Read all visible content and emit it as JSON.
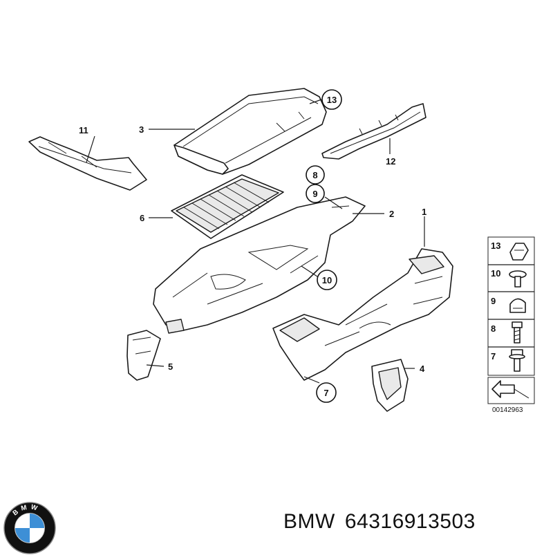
{
  "diagram": {
    "callouts": {
      "c1": "1",
      "c2": "2",
      "c3": "3",
      "c4": "4",
      "c5": "5",
      "c6": "6",
      "c7": "7",
      "c8": "8",
      "c9": "9",
      "c10": "10",
      "c11": "11",
      "c12": "12",
      "c13": "13"
    },
    "legend": [
      {
        "label": "13",
        "icon": "clip-nut-icon"
      },
      {
        "label": "10",
        "icon": "rivet-icon"
      },
      {
        "label": "9",
        "icon": "cap-nut-icon"
      },
      {
        "label": "8",
        "icon": "screw-icon"
      },
      {
        "label": "7",
        "icon": "collar-screw-icon"
      }
    ],
    "reference_number": "00142963"
  },
  "caption": {
    "brand": "BMW",
    "part_number": "64316913503"
  },
  "logo": {
    "letters": "BMW",
    "colors": {
      "blue": "#3d8fd6",
      "black": "#111111",
      "white": "#ffffff"
    }
  }
}
